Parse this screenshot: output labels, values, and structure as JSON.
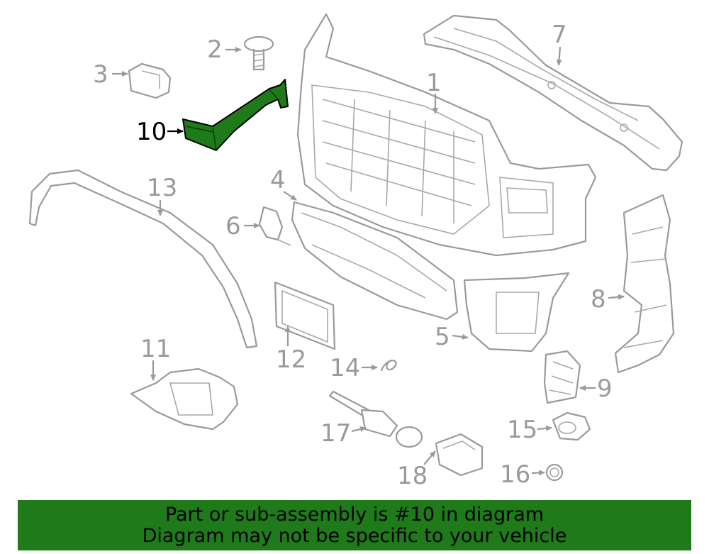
{
  "diagram": {
    "highlight_color": "#1f7a1a",
    "line_color": "#9a9a9a",
    "highlighted_part": "10",
    "callouts": [
      "1",
      "2",
      "3",
      "4",
      "5",
      "6",
      "7",
      "8",
      "9",
      "10",
      "11",
      "12",
      "13",
      "14",
      "15",
      "16",
      "17",
      "18"
    ]
  },
  "banner": {
    "background": "#1f7a1a",
    "line1": "Part or sub-assembly is #10 in diagram",
    "line2": "Diagram may not be specific to your vehicle"
  }
}
